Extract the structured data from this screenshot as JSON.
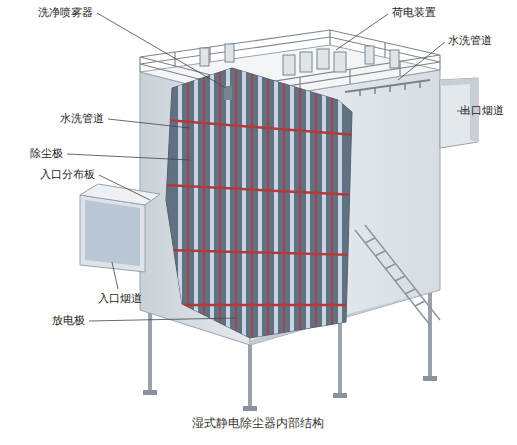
{
  "diagram": {
    "caption": "湿式静电除尘器内部结构",
    "labels": [
      "洗净喷雾器",
      "荷电装置",
      "水洗管道",
      "出口烟道",
      "水洗管道",
      "除尘极",
      "入口分布板",
      "入口烟道",
      "放电极"
    ]
  }
}
